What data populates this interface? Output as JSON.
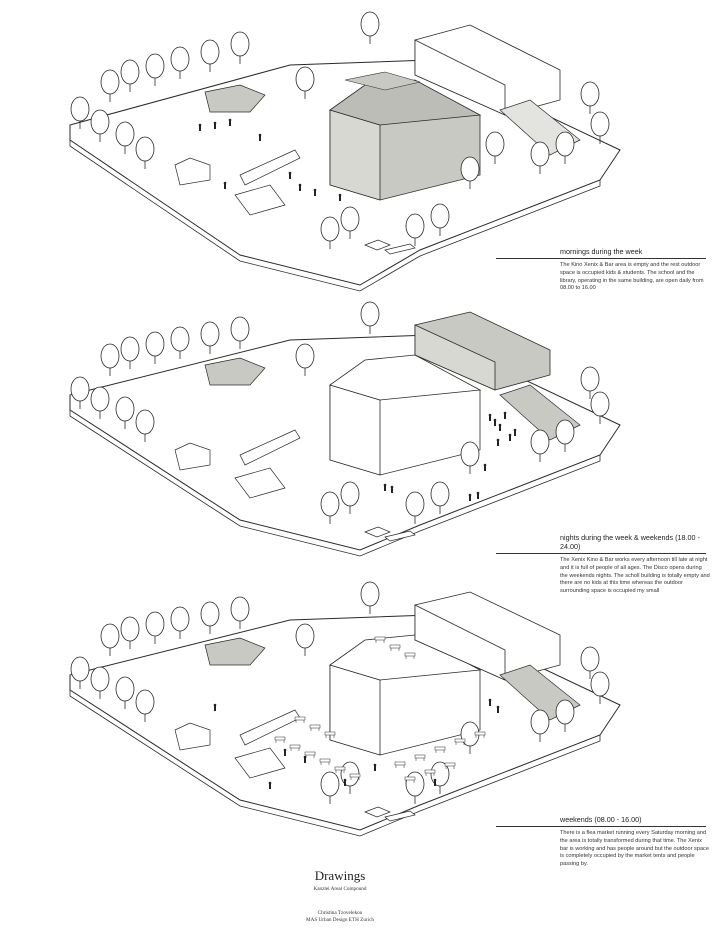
{
  "captions": [
    {
      "title": "mornings during the week",
      "body": "The Kino Xenix & Bar area is empty and the rest outdoor space is occupied kids & students. The school and the library, operating in the same building, are open daily from 08.00 to 16.00"
    },
    {
      "title": "nights during the week & weekends (18.00 - 24.00)",
      "body": "The Xenix Kino & Bar works every afternoon till late at night and it is full of people of all ages. The Disco opens during the weekends nights. The scholl building is totally empty and there are no kids at this time whereas the outdoor surrounding space is occupied my small"
    },
    {
      "title": "weekends (08.00 - 16.00)",
      "body": "There is a flea market running every Saturday morning and the area is totally transformed during that time. The Xenix bar is working and has people around but the outdoor space is completely occupied by the market tents and people passing by."
    }
  ],
  "footer": {
    "title": "Drawings",
    "subtitle": "Kanzlei Areal Compound",
    "author": "Christina Tzovelekou",
    "program": "MAS Urban Design ETH Zurich"
  },
  "colors": {
    "line": "#2a2a2a",
    "shade": "#c9c9c4",
    "paper": "#ffffff"
  }
}
